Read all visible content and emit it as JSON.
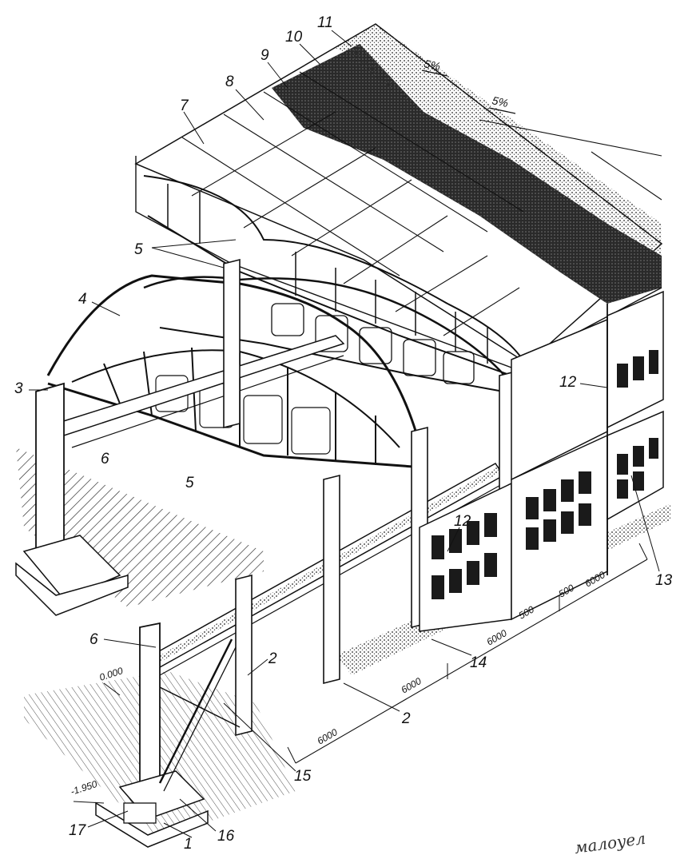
{
  "callouts": {
    "c1": "1",
    "c2a": "2",
    "c2b": "2",
    "c3": "3",
    "c4": "4",
    "c5a": "5",
    "c5b": "5",
    "c6a": "6",
    "c6b": "6",
    "c7": "7",
    "c8": "8",
    "c9": "9",
    "c10": "10",
    "c11": "11",
    "c12a": "12",
    "c12b": "12",
    "c13": "13",
    "c14": "14",
    "c15": "15",
    "c16": "16",
    "c17": "17"
  },
  "slopes": {
    "s1": "5%",
    "s2": "5%"
  },
  "levels": {
    "ground": "0.000",
    "footing": "-1.950"
  },
  "dimensions": {
    "d1": "6000",
    "d2": "6000",
    "d3": "6000",
    "d4": "500",
    "d5": "500",
    "d6": "6000"
  },
  "handwriting": "малоуел"
}
